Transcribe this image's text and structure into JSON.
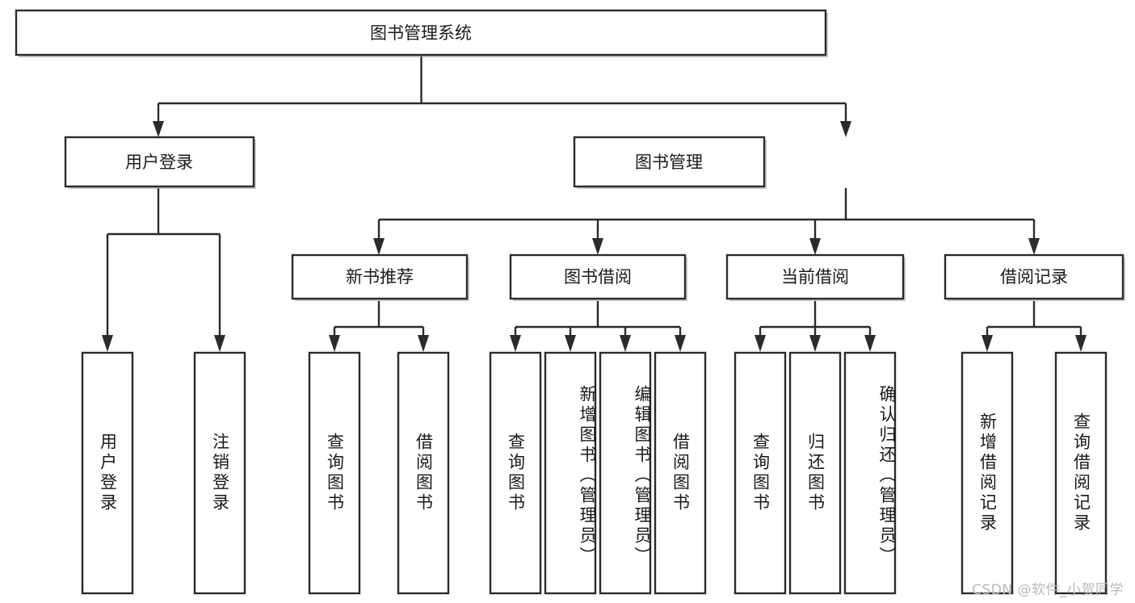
{
  "diagram": {
    "type": "tree-hierarchy",
    "orientation": "top-down",
    "root": {
      "id": "root",
      "label": "图书管理系统"
    },
    "level2": [
      {
        "id": "user-login",
        "label": "用户登录"
      },
      {
        "id": "book-manage",
        "label": "图书管理"
      }
    ],
    "level3": [
      {
        "id": "new-book-rec",
        "label": "新书推荐",
        "parent": "book-manage"
      },
      {
        "id": "book-borrow",
        "label": "图书借阅",
        "parent": "book-manage"
      },
      {
        "id": "current-borrow",
        "label": "当前借阅",
        "parent": "book-manage"
      },
      {
        "id": "borrow-record",
        "label": "借阅记录",
        "parent": "book-manage"
      }
    ],
    "leaves": [
      {
        "id": "leaf-user-login",
        "label": "用户登录",
        "parent": "user-login"
      },
      {
        "id": "leaf-user-logout",
        "label": "注销登录",
        "parent": "user-login"
      },
      {
        "id": "leaf-rec-query",
        "label": "查询图书",
        "parent": "new-book-rec"
      },
      {
        "id": "leaf-rec-borrow",
        "label": "借阅图书",
        "parent": "new-book-rec"
      },
      {
        "id": "leaf-borrow-query",
        "label": "查询图书",
        "parent": "book-borrow"
      },
      {
        "id": "leaf-borrow-add",
        "label": "新增图书（管理员）",
        "parent": "book-borrow"
      },
      {
        "id": "leaf-borrow-edit",
        "label": "编辑图书（管理员）",
        "parent": "book-borrow"
      },
      {
        "id": "leaf-borrow-lend",
        "label": "借阅图书",
        "parent": "book-borrow"
      },
      {
        "id": "leaf-cur-query",
        "label": "查询图书",
        "parent": "current-borrow"
      },
      {
        "id": "leaf-cur-return",
        "label": "归还图书",
        "parent": "current-borrow"
      },
      {
        "id": "leaf-cur-confirm",
        "label": "确认归还（管理员）",
        "parent": "current-borrow"
      },
      {
        "id": "leaf-rec-add",
        "label": "新增借阅记录",
        "parent": "borrow-record"
      },
      {
        "id": "leaf-rec-query2",
        "label": "查询借阅记录",
        "parent": "borrow-record"
      }
    ]
  },
  "watermark": {
    "text": "CSDN @软件_小贺同学"
  },
  "colors": {
    "stroke": "#2b2b2b",
    "fill": "#ffffff",
    "text": "#1a1a1a",
    "watermark": "#b9b9b9",
    "background": "#ffffff"
  }
}
